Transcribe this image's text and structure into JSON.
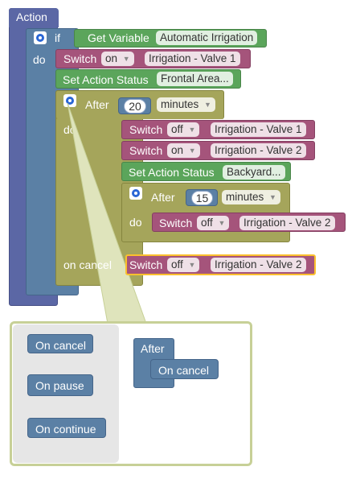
{
  "workspace": {
    "action_block": {
      "label": "Action"
    },
    "if_block": {
      "if_label": "if",
      "do_label": "do",
      "get_variable": {
        "label": "Get Variable",
        "value": "Automatic Irrigation"
      },
      "switch_1": {
        "label": "Switch",
        "state": "on",
        "target": "Irrigation - Valve 1"
      },
      "set_status_1": {
        "label": "Set Action Status",
        "value": "Frontal Area..."
      },
      "after_1": {
        "label": "After",
        "value": "20",
        "unit": "minutes",
        "do_label": "do",
        "on_cancel_label": "on cancel",
        "switch_off_1": {
          "label": "Switch",
          "state": "off",
          "target": "Irrigation - Valve 1"
        },
        "switch_on_2": {
          "label": "Switch",
          "state": "on",
          "target": "Irrigation - Valve 2"
        },
        "set_status_2": {
          "label": "Set Action Status",
          "value": "Backyard..."
        },
        "after_2": {
          "label": "After",
          "value": "15",
          "unit": "minutes",
          "do_label": "do",
          "switch_off_2": {
            "label": "Switch",
            "state": "off",
            "target": "Irrigation - Valve 2"
          }
        },
        "cancel_switch": {
          "label": "Switch",
          "state": "off",
          "target": "Irrigation - Valve 2"
        }
      }
    }
  },
  "mutator": {
    "flyout": {
      "on_cancel": "On cancel",
      "on_pause": "On pause",
      "on_continue": "On continue"
    },
    "container": {
      "after_label": "After",
      "on_cancel_label": "On cancel"
    }
  },
  "colors": {
    "action": "#5b67a5",
    "logic": "#5b80a5",
    "variable": "#5ba55b",
    "switch": "#a5547b",
    "timer": "#a5a55b",
    "selection_highlight": "#fbc02d",
    "mutator_border": "#c7d097"
  }
}
